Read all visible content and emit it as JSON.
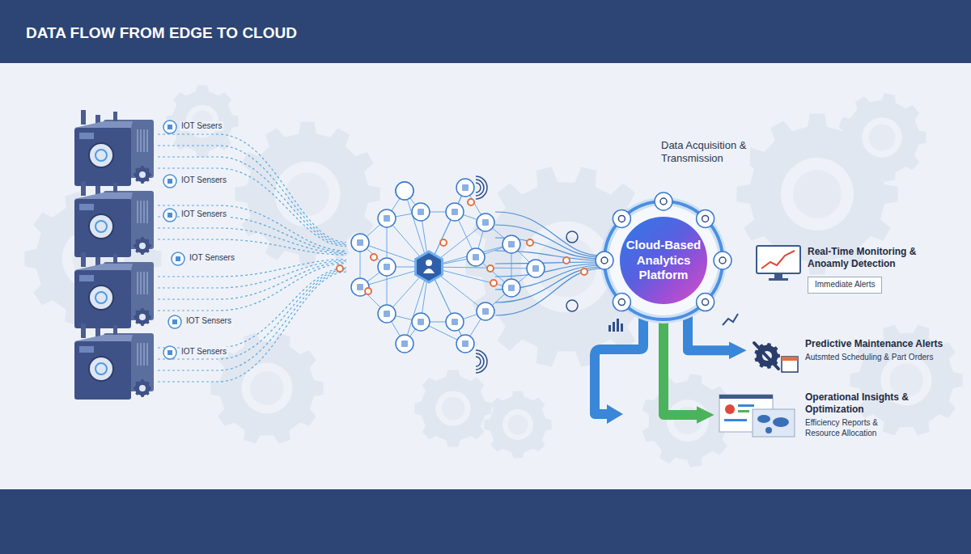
{
  "diagram": {
    "title": "DATA FLOW FROM EDGE TO CLOUD",
    "nodes": [
      {
        "text": [
          "Cloud-Based Analytics Platform"
        ]
      },
      {
        "text": [
          "Real-Time Monitoring & Anoamly Detection"
        ]
      },
      {
        "text": [
          "Immediate Alerts"
        ],
        "in": 1
      },
      {
        "text": [
          "Predictive Maintenance Alerts",
          "Autsmted Scheduling & Part Orders"
        ]
      },
      {
        "text": [
          "Operational Insights & Optimization",
          "Efficiency Reports & Resource Allocation"
        ]
      }
    ],
    "edges": [
      {
        "from": 0,
        "to": 3,
        "arrow": "to"
      },
      {
        "from": 0,
        "to": 4,
        "arrow": "to"
      }
    ],
    "labels": [
      "IOT Sesers",
      "IOT Sensers",
      "IOT Sensers",
      "IOT Sensers",
      "IOT Sensers",
      "IOT Sensers",
      "Data Acquisition & Transmission"
    ]
  }
}
